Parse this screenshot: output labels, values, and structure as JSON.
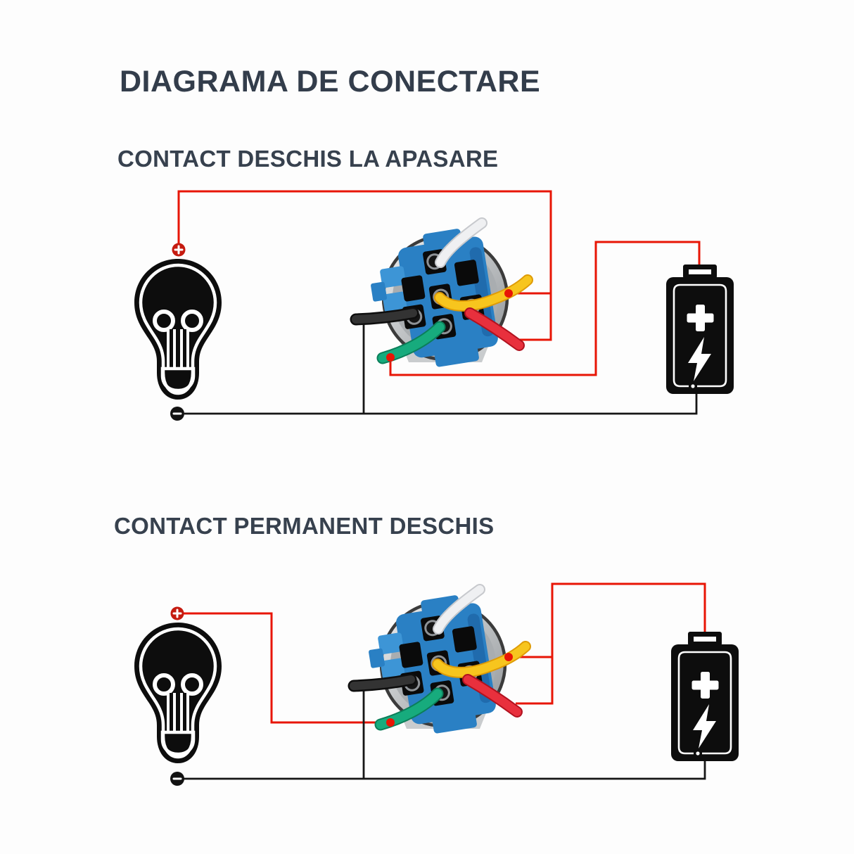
{
  "page": {
    "title": "DIAGRAMA DE CONECTARE"
  },
  "sections": [
    {
      "heading": "CONTACT DESCHIS LA APASARE",
      "components": {
        "left": "light-bulb",
        "center": "push-button-switch-rear-connector",
        "right": "battery"
      },
      "bulb_terminals": {
        "positive": "+",
        "negative": "−"
      },
      "battery_symbols": {
        "positive": "+",
        "charge_icon": "lightning-bolt"
      },
      "switch_wires": [
        "white",
        "yellow",
        "red",
        "green",
        "black"
      ],
      "marked_connection_points": [
        "yellow-wire-to-battery-loop",
        "green-wire-to-battery-loop"
      ],
      "wiring": [
        "bulb positive terminal -> red wire -> top run -> yellow and red switch wires",
        "green switch wire -> red wire -> battery positive cap",
        "bulb negative terminal -> black wire -> black switch wire and battery negative"
      ]
    },
    {
      "heading": "CONTACT PERMANENT DESCHIS",
      "components": {
        "left": "light-bulb",
        "center": "push-button-switch-rear-connector",
        "right": "battery"
      },
      "bulb_terminals": {
        "positive": "+",
        "negative": "−"
      },
      "battery_symbols": {
        "positive": "+",
        "charge_icon": "lightning-bolt"
      },
      "switch_wires": [
        "white",
        "yellow",
        "red",
        "green",
        "black"
      ],
      "marked_connection_points": [
        "green-wire-to-bulb",
        "yellow-wire-to-battery-loop"
      ],
      "wiring": [
        "bulb positive terminal -> red wire -> green switch wire",
        "yellow and red switch wires -> red wire -> battery positive cap",
        "bulb negative terminal -> black wire -> black switch wire and battery negative"
      ]
    }
  ],
  "colors": {
    "wireRed": "#e81505",
    "wireBlack": "#161616",
    "titleColor": "#333d4b",
    "headingColor": "#37414e",
    "termRed": "#c51b10",
    "blue": "#2a80c4"
  }
}
